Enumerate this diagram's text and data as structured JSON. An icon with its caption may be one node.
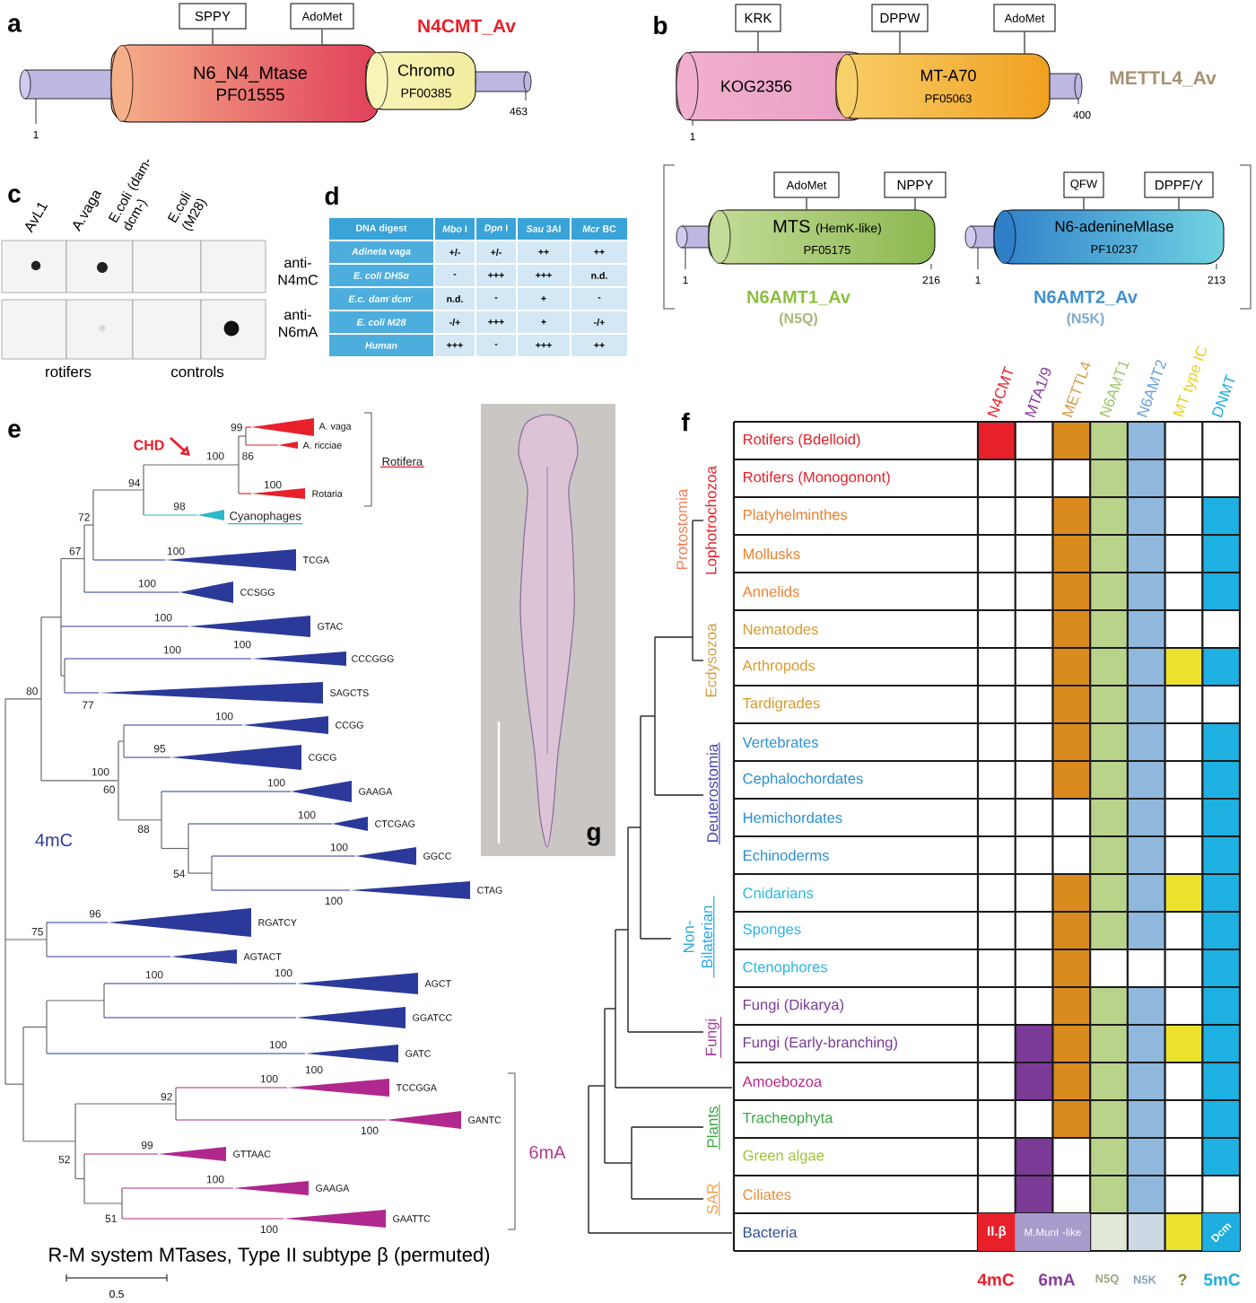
{
  "diagram": {
    "nodes": [
      {
        "text": [
          "SPPY"
        ]
      },
      {
        "text": [
          "AdoMet"
        ]
      },
      {
        "text": [
          "N6_N4_Mtase",
          "PF01555"
        ]
      },
      {
        "text": [
          "Chromo",
          "PF00385"
        ]
      },
      {
        "text": [
          "KRK"
        ]
      },
      {
        "text": [
          "DPPW"
        ]
      },
      {
        "text": [
          "AdoMet"
        ]
      },
      {
        "text": [
          "KOG2356"
        ]
      },
      {
        "text": [
          "MT-A70",
          "PF05063"
        ]
      },
      {
        "text": [
          "AdoMet"
        ]
      },
      {
        "text": [
          "NPPY"
        ]
      },
      {
        "text": [
          "MTS",
          "(HemK-like)",
          "PF05175"
        ]
      },
      {
        "text": [
          "QFW"
        ]
      },
      {
        "text": [
          "DPPF/Y"
        ]
      },
      {
        "text": [
          "N6-adenineMlase",
          "PF10237"
        ]
      }
    ],
    "edges": [
      {
        "from": 0,
        "to": 2,
        "arrow": "none"
      },
      {
        "from": 1,
        "to": 2,
        "arrow": "none"
      },
      {
        "from": 4,
        "to": 7,
        "arrow": "none"
      },
      {
        "from": 5,
        "to": 8,
        "arrow": "none"
      },
      {
        "from": 6,
        "to": 8,
        "arrow": "none"
      },
      {
        "from": 9,
        "to": 11,
        "arrow": "none"
      },
      {
        "from": 10,
        "to": 11,
        "arrow": "none"
      },
      {
        "from": 12,
        "to": 14,
        "arrow": "none"
      },
      {
        "from": 13,
        "to": 14,
        "arrow": "none"
      }
    ],
    "labels": [
      "a",
      "N4CMT_Av",
      "1",
      "463",
      "b",
      "METTL4_Av",
      "1",
      "400",
      "1",
      "216",
      "1",
      "213",
      "N6AMT1_Av",
      "(N5Q)",
      "N6AMT2_Av",
      "(N5K)",
      "c",
      "AvL1",
      "A.vaga",
      "E.coli (dam-dcm-)",
      "E.coli (M28)",
      "anti- N4mC",
      "anti- N6mA",
      "rotifers",
      "controls",
      "d",
      "DNA digest",
      "*Mbo* I",
      "*Dpn* I",
      "*Sau* 3AI",
      "*Mcr* BC",
      "Adineta vaga",
      "+/-",
      "+/-",
      "++",
      "++",
      "E. coli DH5α",
      "-",
      "+++",
      "+++",
      "n.d.",
      "E.c. dam$^{-}$dcm$^{-}$",
      "n.d.",
      "-",
      "+",
      "-",
      "E. coli M28",
      "-/+",
      "+++",
      "+",
      "-/+",
      "Human",
      "+++",
      "-",
      "+++",
      "++",
      "e",
      "CHD",
      "99",
      "86",
      "A. vaga",
      "100",
      "A. ricciae",
      "Rotifera",
      "100",
      "Rotaria",
      "94",
      "72",
      "98",
      "Cyanophages",
      "67",
      "100",
      "TCGA",
      "100",
      "CCSGG",
      "100",
      "GTAC",
      "100",
      "100",
      "CCCGGG",
      "80",
      "SAGCTS",
      "77",
      "100",
      "CCGG",
      "95",
      "CGCG",
      "100",
      "60",
      "100",
      "GAAGA",
      "100",
      "CTCGAG",
      "88",
      "4mC",
      "100",
      "GGCC",
      "54",
      "CTAG",
      "100",
      "96",
      "RGATCY",
      "75",
      "AGTACT",
      "100",
      "100",
      "AGCT",
      "GGATCC",
      "100",
      "GATC",
      "100",
      "100",
      "TCCGGA",
      "92",
      "GANTC",
      "100",
      "99",
      "6mA",
      "GTTAAC",
      "52",
      "100",
      "GAAGA",
      "51",
      "GAATTC",
      "100",
      "R-M system MTases, Type II subtype β (permuted)",
      "0.5",
      "g",
      "f",
      "N4CMT",
      "MTA1/9",
      "METTL4",
      "N6AMT1",
      "N6AMT2",
      "MT type IC",
      "DNMT",
      "Protostomia",
      "Lophotrochozoa",
      "Ecdysozoa",
      "Deuterostomia",
      "Non- Bilaterian",
      "Fungi",
      "Plants",
      "SAR",
      "Rotifers (Bdelloid)",
      "Rotifers (Monogonont)",
      "Platyhelminthes",
      "Mollusks",
      "Annelids",
      "Nematodes",
      "Arthropods",
      "Tardigrades",
      "Vertebrates",
      "Cephalochordates",
      "Hemichordates",
      "Echinoderms",
      "Cnidarians",
      "Sponges",
      "Ctenophores",
      "Fungi (Dikarya)",
      "Fungi (Early-branching)",
      "Amoebozoa",
      "Tracheophyta",
      "Green algae",
      "Ciliates",
      "Bacteria",
      "II.β",
      "M.MunI -like",
      "Dcm",
      "4mC",
      "6mA",
      "N5Q",
      "N5K",
      "?",
      "5mC"
    ]
  }
}
